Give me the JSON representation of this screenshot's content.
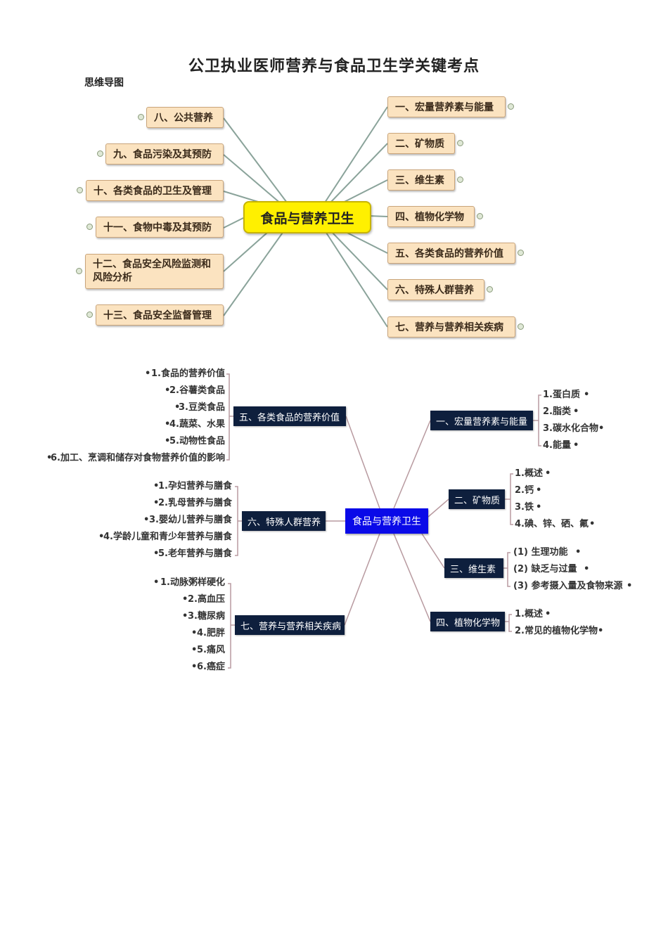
{
  "doc": {
    "title": "公卫执业医师营养与食品卫生学关键考点",
    "subtitle": "思维导图"
  },
  "map1": {
    "center": "食品与营养卫生",
    "right": [
      "一、宏量营养素与能量",
      "二、矿物质",
      "三、维生素",
      "四、植物化学物",
      "五、各类食品的营养价值",
      "六、特殊人群营养",
      "七、营养与营养相关疾病"
    ],
    "left": [
      "八、公共营养",
      "九、食品污染及其预防",
      "十、各类食品的卫生及管理",
      "十一、食物中毒及其预防",
      "十二、食品安全风险监测和风险分析",
      "十三、食品安全监督管理"
    ]
  },
  "map2": {
    "center": "食品与营养卫生",
    "right": [
      {
        "label": "一、宏量营养素与能量",
        "items": [
          "1.蛋白质",
          "2.脂类",
          "3.碳水化合物",
          "4.能量"
        ]
      },
      {
        "label": "二、矿物质",
        "items": [
          "1.概述",
          "2.钙",
          "3.铁",
          "4.碘、锌、硒、氟"
        ]
      },
      {
        "label": "三、维生素",
        "items": [
          "(1) 生理功能",
          "(2) 缺乏与过量",
          "(3) 参考摄入量及食物来源"
        ]
      },
      {
        "label": "四、植物化学物",
        "items": [
          "1.概述",
          "2.常见的植物化学物"
        ]
      }
    ],
    "left": [
      {
        "label": "五、各类食品的营养价值",
        "items": [
          "1.食品的营养价值",
          "2.谷薯类食品",
          "3.豆类食品",
          "4.蔬菜、水果",
          "5.动物性食品",
          "6.加工、烹调和储存对食物营养价值的影响"
        ]
      },
      {
        "label": "六、特殊人群营养",
        "items": [
          "1.孕妇营养与膳食",
          "2.乳母营养与膳食",
          "3.婴幼儿营养与膳食",
          "4.学龄儿童和青少年营养与膳食",
          "5.老年营养与膳食"
        ]
      },
      {
        "label": "七、营养与营养相关疾病",
        "items": [
          "1.动脉粥样硬化",
          "2.高血压",
          "3.糖尿病",
          "4.肥胖",
          "5.痛风",
          "6.癌症"
        ]
      }
    ]
  }
}
